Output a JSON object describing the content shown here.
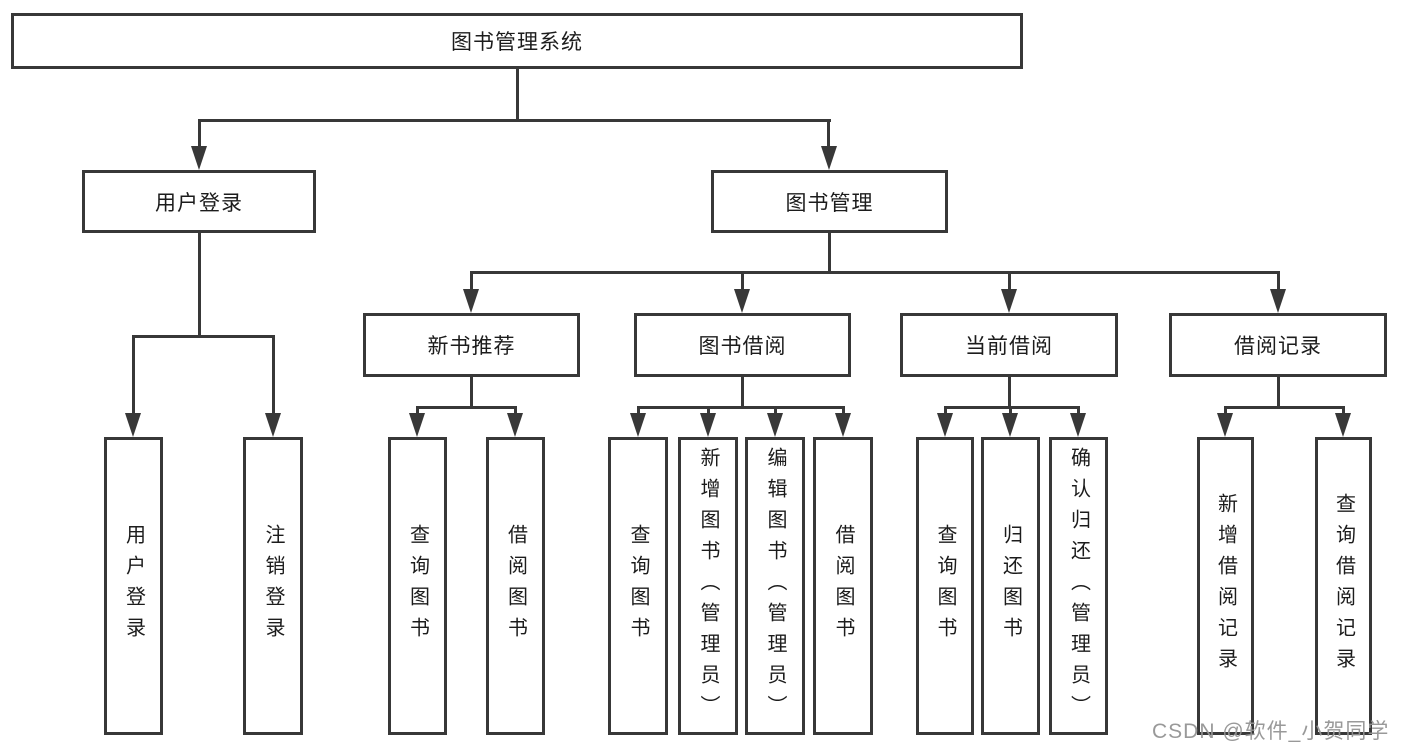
{
  "diagram": {
    "root": {
      "label": "图书管理系统"
    },
    "branches": [
      {
        "label": "用户登录",
        "children": [
          {
            "label": "用户登录"
          },
          {
            "label": "注销登录"
          }
        ]
      },
      {
        "label": "图书管理",
        "children": [
          {
            "label": "新书推荐",
            "children": [
              {
                "label": "查询图书"
              },
              {
                "label": "借阅图书"
              }
            ]
          },
          {
            "label": "图书借阅",
            "children": [
              {
                "label": "查询图书"
              },
              {
                "label": "新增图书（管理员）"
              },
              {
                "label": "编辑图书（管理员）"
              },
              {
                "label": "借阅图书"
              }
            ]
          },
          {
            "label": "当前借阅",
            "children": [
              {
                "label": "查询图书"
              },
              {
                "label": "归还图书"
              },
              {
                "label": "确认归还（管理员）"
              }
            ]
          },
          {
            "label": "借阅记录",
            "children": [
              {
                "label": "新增借阅记录"
              },
              {
                "label": "查询借阅记录"
              }
            ]
          }
        ]
      }
    ]
  },
  "watermark": {
    "text": "CSDN @软件_小贺同学"
  },
  "colors": {
    "line": "#383838",
    "text": "#1c1c1c",
    "watermark": "#949494",
    "background": "#ffffff"
  }
}
